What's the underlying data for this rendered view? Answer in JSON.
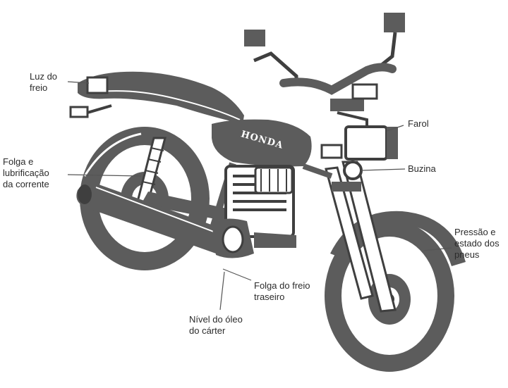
{
  "colors": {
    "ink": "#5c5c5c",
    "dark": "#3f3f3f",
    "light": "#ffffff",
    "leader": "#555555",
    "text": "#2b2b2b"
  },
  "brand": "HONDA",
  "labels": {
    "brake_light": [
      "Luz do",
      "freio"
    ],
    "chain": [
      "Folga e",
      "lubrificação",
      "da corrente"
    ],
    "headlight": [
      "Farol"
    ],
    "horn": [
      "Buzina"
    ],
    "tires": [
      "Pressão e",
      "estado dos",
      "pneus"
    ],
    "rear_brake": [
      "Folga do freio",
      "traseiro"
    ],
    "oil": [
      "Nível do óleo",
      "do cárter"
    ]
  }
}
